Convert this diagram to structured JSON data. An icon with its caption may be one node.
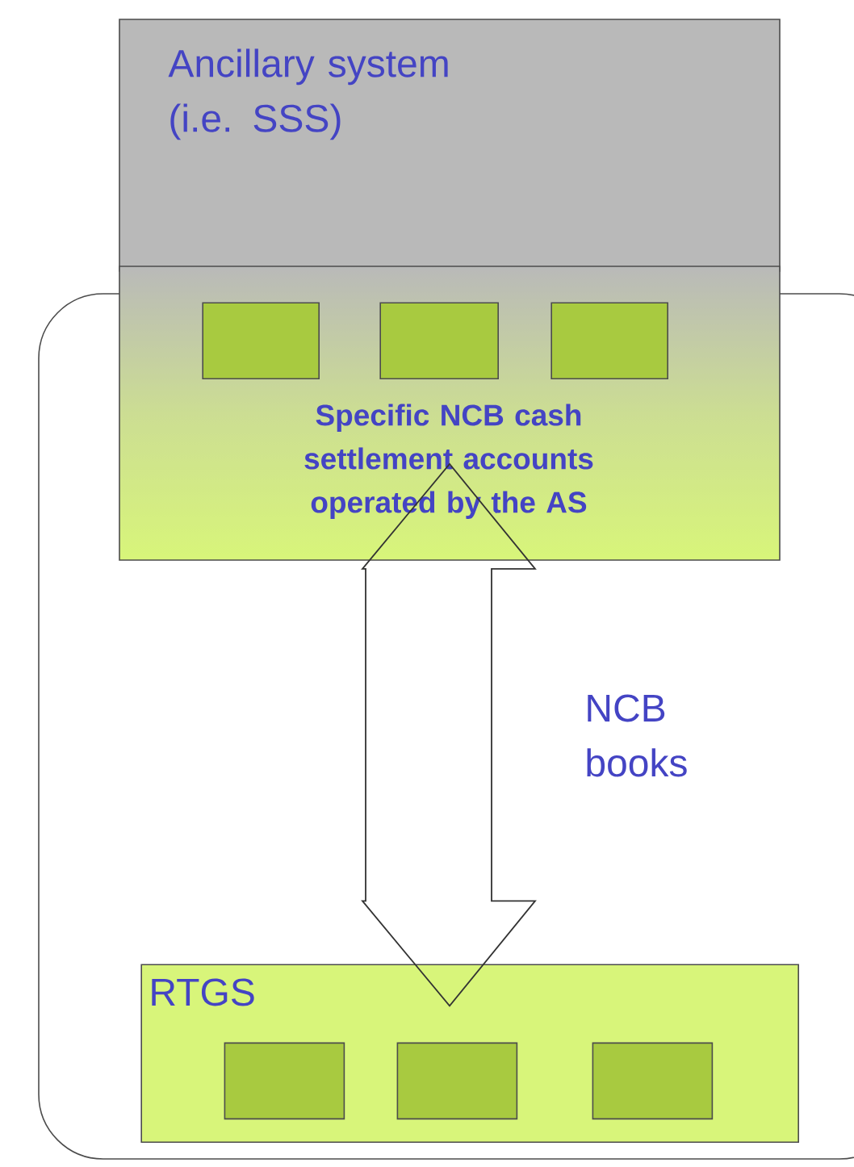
{
  "diagram": {
    "nodes": [
      {
        "text": [
          "Ancillary system (i.e. SSS)"
        ]
      },
      {
        "text": [
          "NCB books"
        ]
      },
      {
        "text": [
          "Specific NCB cash settlement accounts operated by the AS"
        ]
      },
      {
        "text": [],
        "shape": "box",
        "in": 2
      },
      {
        "text": [],
        "shape": "box",
        "in": 2
      },
      {
        "text": [],
        "shape": "box",
        "in": 2
      },
      {
        "text": [
          "RTGS"
        ],
        "in": 1
      },
      {
        "text": [],
        "shape": "box",
        "in": 6
      },
      {
        "text": [],
        "shape": "box",
        "in": 6
      },
      {
        "text": [],
        "shape": "box",
        "in": 6
      }
    ],
    "edges": [
      {
        "from": 2,
        "to": 6,
        "arrow": "both"
      }
    ]
  }
}
